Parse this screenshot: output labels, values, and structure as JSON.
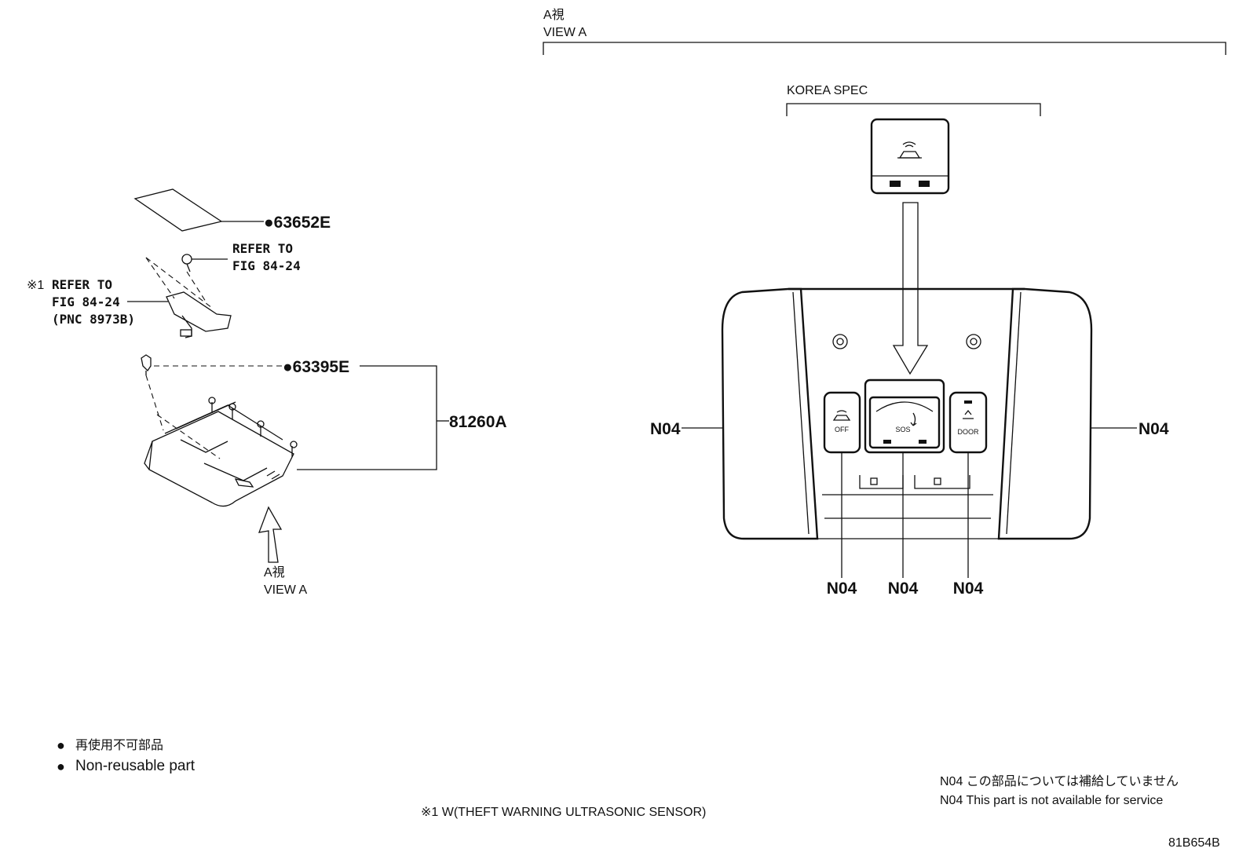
{
  "view_header": {
    "jp": "A視",
    "en": "VIEW A"
  },
  "korea_spec": "KOREA SPEC",
  "parts": {
    "p63652e": "●63652E",
    "p63395e": "●63395E",
    "p81260a": "81260A",
    "refer1_line1": "REFER TO",
    "refer1_line2": "FIG 84-24",
    "refer2_mark": "※1",
    "refer2_line1": "REFER TO",
    "refer2_line2": "FIG 84-24",
    "refer2_line3": "(PNC 8973B)"
  },
  "view_arrow_label": {
    "jp": "A視",
    "en": "VIEW A"
  },
  "n04_labels": [
    "N04",
    "N04",
    "N04",
    "N04",
    "N04"
  ],
  "buttons": {
    "off": "OFF",
    "sos": "SOS",
    "door": "DOOR"
  },
  "legend": {
    "bullet": "●",
    "jp": "再使用不可部品",
    "en": "Non-reusable part"
  },
  "footnote": "※1 W(THEFT WARNING ULTRASONIC SENSOR)",
  "n04_note": {
    "jp": "N04 この部品については補給していません",
    "en": "N04 This part is not available for service"
  },
  "figure_id": "81B654B"
}
